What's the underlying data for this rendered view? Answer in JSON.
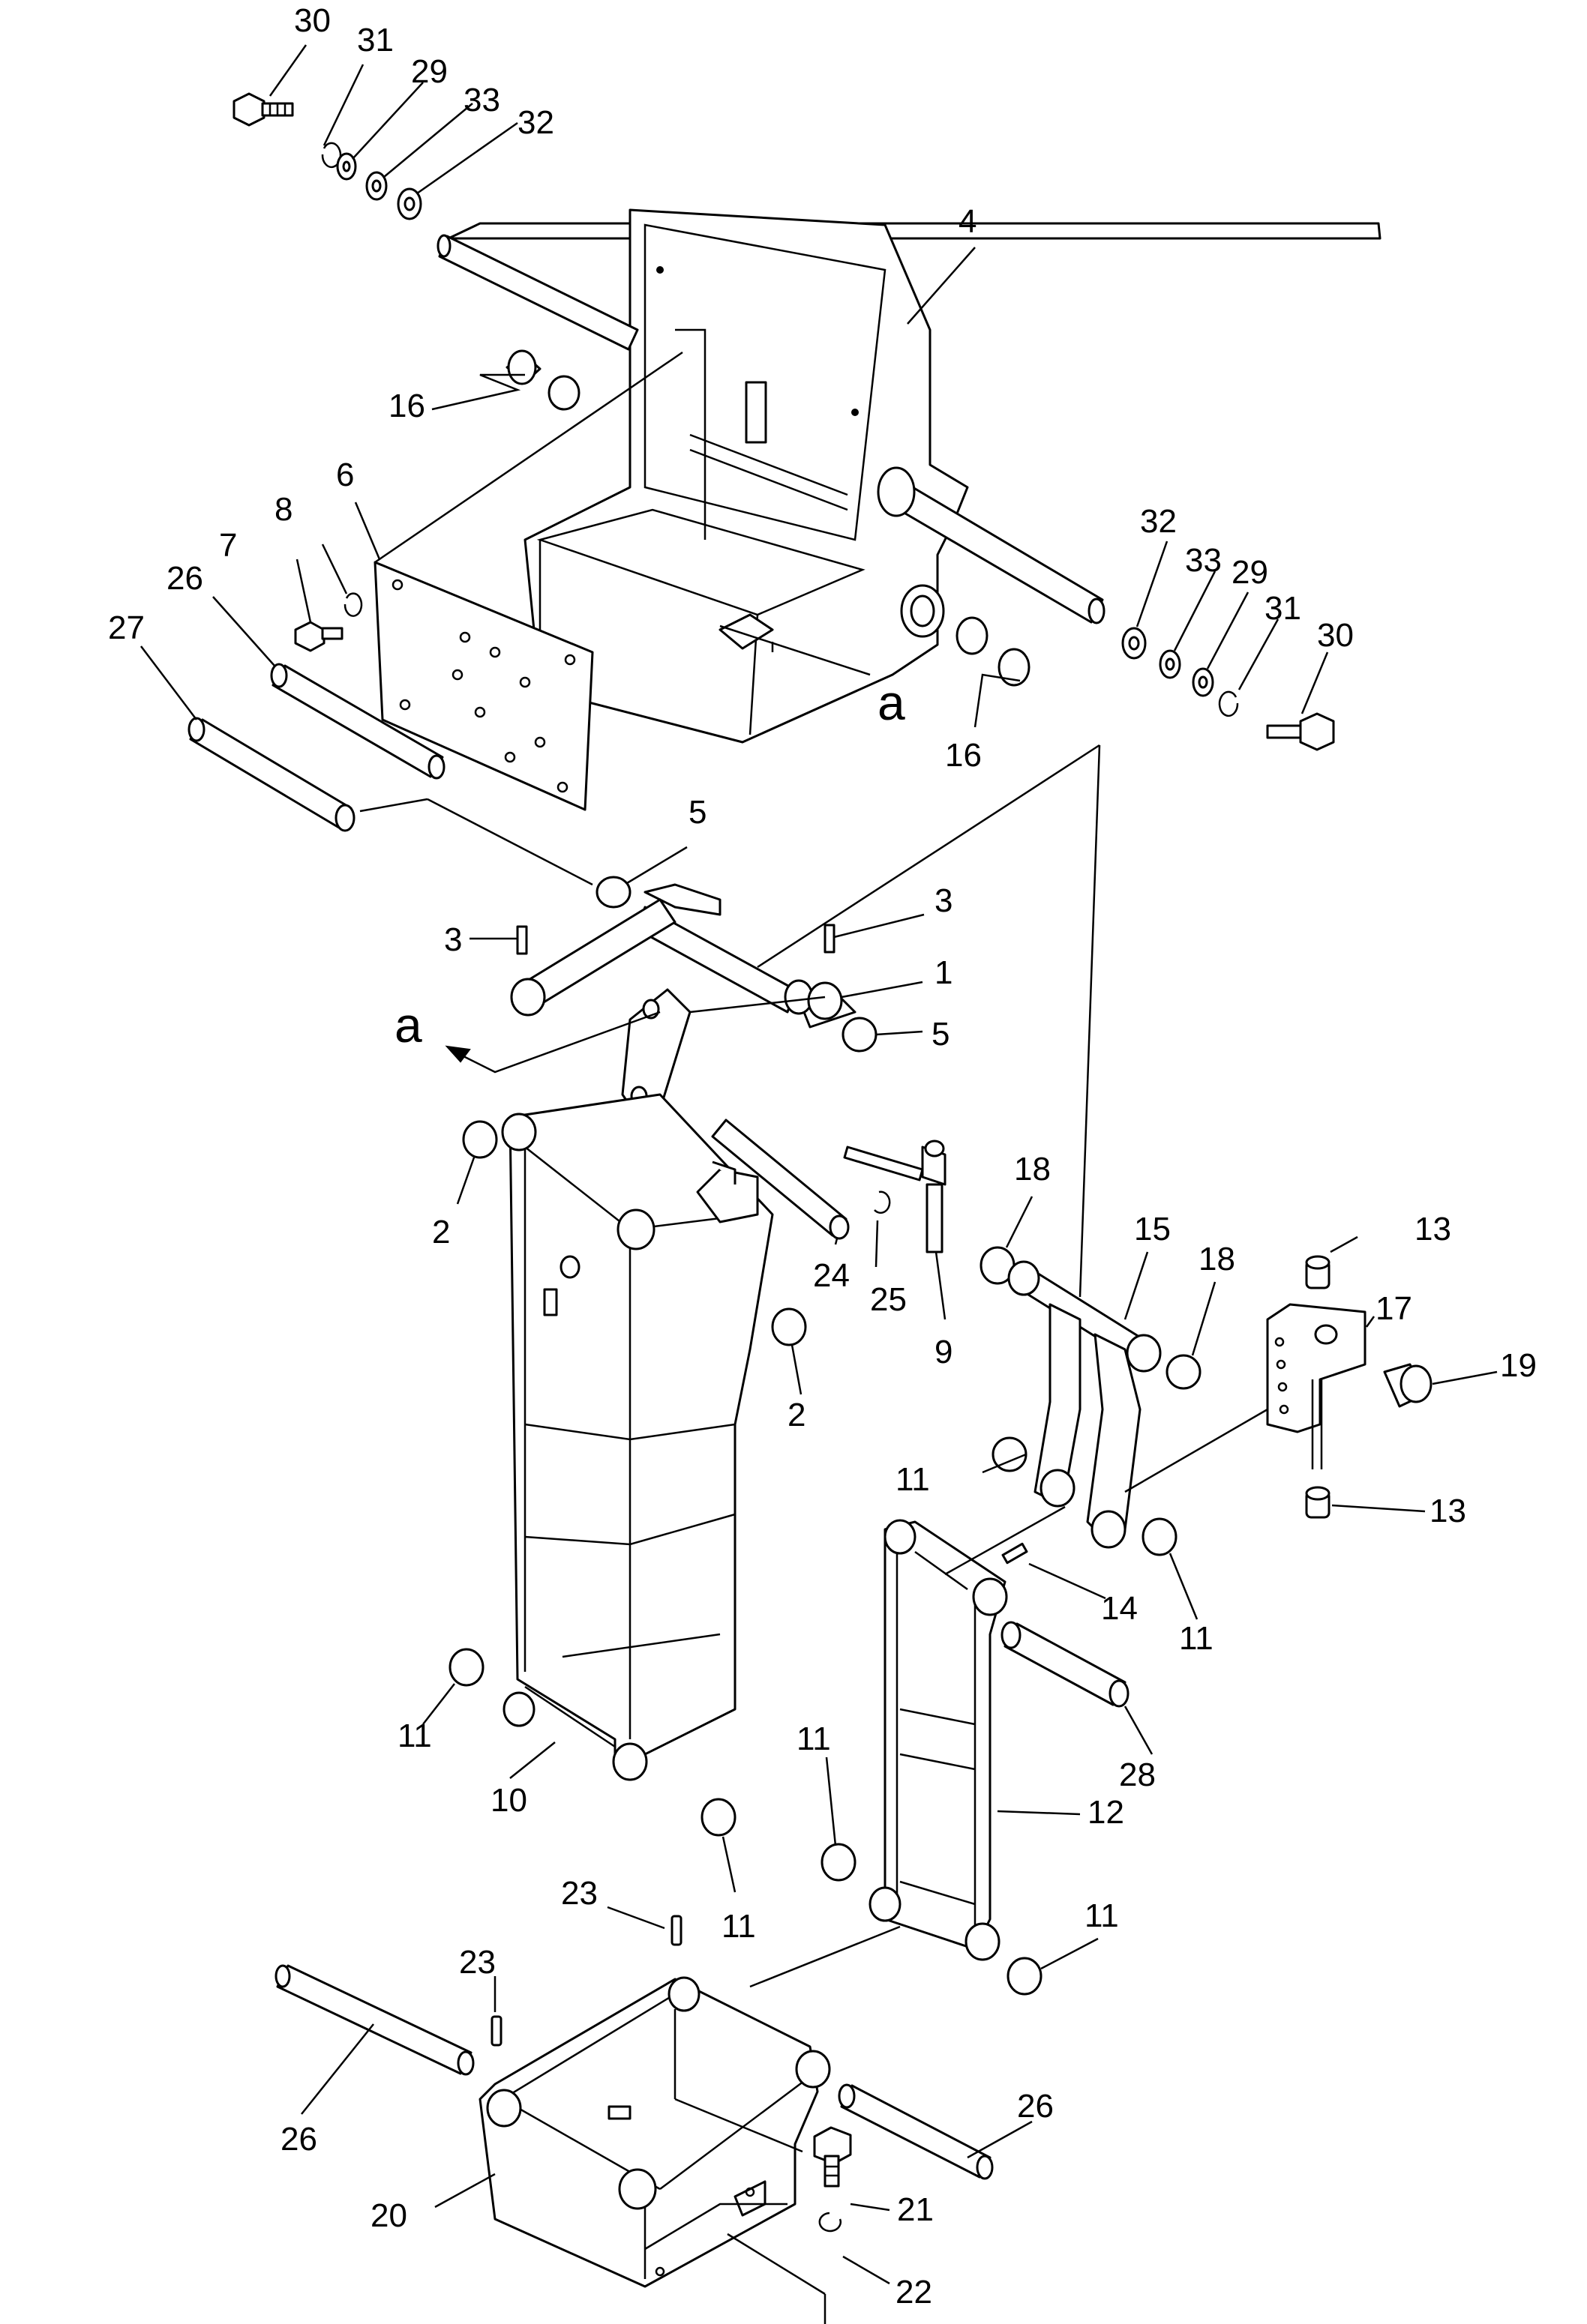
{
  "diagram": {
    "type": "exploded-parts-drawing",
    "callouts": {
      "c1": "1",
      "c2a": "2",
      "c2b": "2",
      "c3a": "3",
      "c3b": "3",
      "c4": "4",
      "c5a": "5",
      "c5b": "5",
      "c6": "6",
      "c7": "7",
      "c8": "8",
      "c9": "9",
      "c10": "10",
      "c11a": "11",
      "c11b": "11",
      "c11c": "11",
      "c11d": "11",
      "c11e": "11",
      "c11f": "11",
      "c12": "12",
      "c13a": "13",
      "c13b": "13",
      "c14": "14",
      "c15": "15",
      "c16a": "16",
      "c16b": "16",
      "c17": "17",
      "c18a": "18",
      "c18b": "18",
      "c19": "19",
      "c20": "20",
      "c21": "21",
      "c22": "22",
      "c23a": "23",
      "c23b": "23",
      "c24": "24",
      "c25": "25",
      "c26a": "26",
      "c26b": "26",
      "c27": "27",
      "c28": "28",
      "c29a": "29",
      "c29b": "29",
      "c30a": "30",
      "c30b": "30",
      "c31a": "31",
      "c31b": "31",
      "c32a": "32",
      "c32b": "32",
      "c33a": "33",
      "c33b": "33"
    },
    "detail_markers": {
      "a_upper": "a",
      "a_lower": "a"
    }
  }
}
